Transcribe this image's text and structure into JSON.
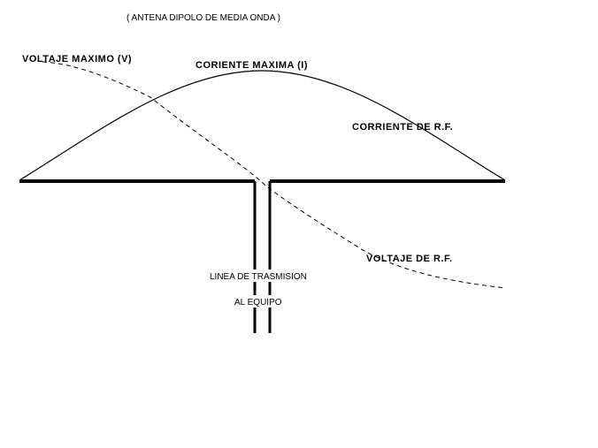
{
  "title": "( ANTENA DIPOLO DE MEDIA ONDA )",
  "labels": {
    "voltaje_maximo": "VOLTAJE MAXIMO (V)",
    "corriente_maxima": "CORIENTE MAXIMA (I)",
    "corriente_rf": "CORRIENTE DE R.F.",
    "voltaje_rf": "VOLTAJE DE R.F.",
    "linea_transmision": "LINEA DE TRASMISION",
    "al_equipo": "AL EQUIPO"
  },
  "colors": {
    "ink": "#000000",
    "background": "#ffffff"
  }
}
